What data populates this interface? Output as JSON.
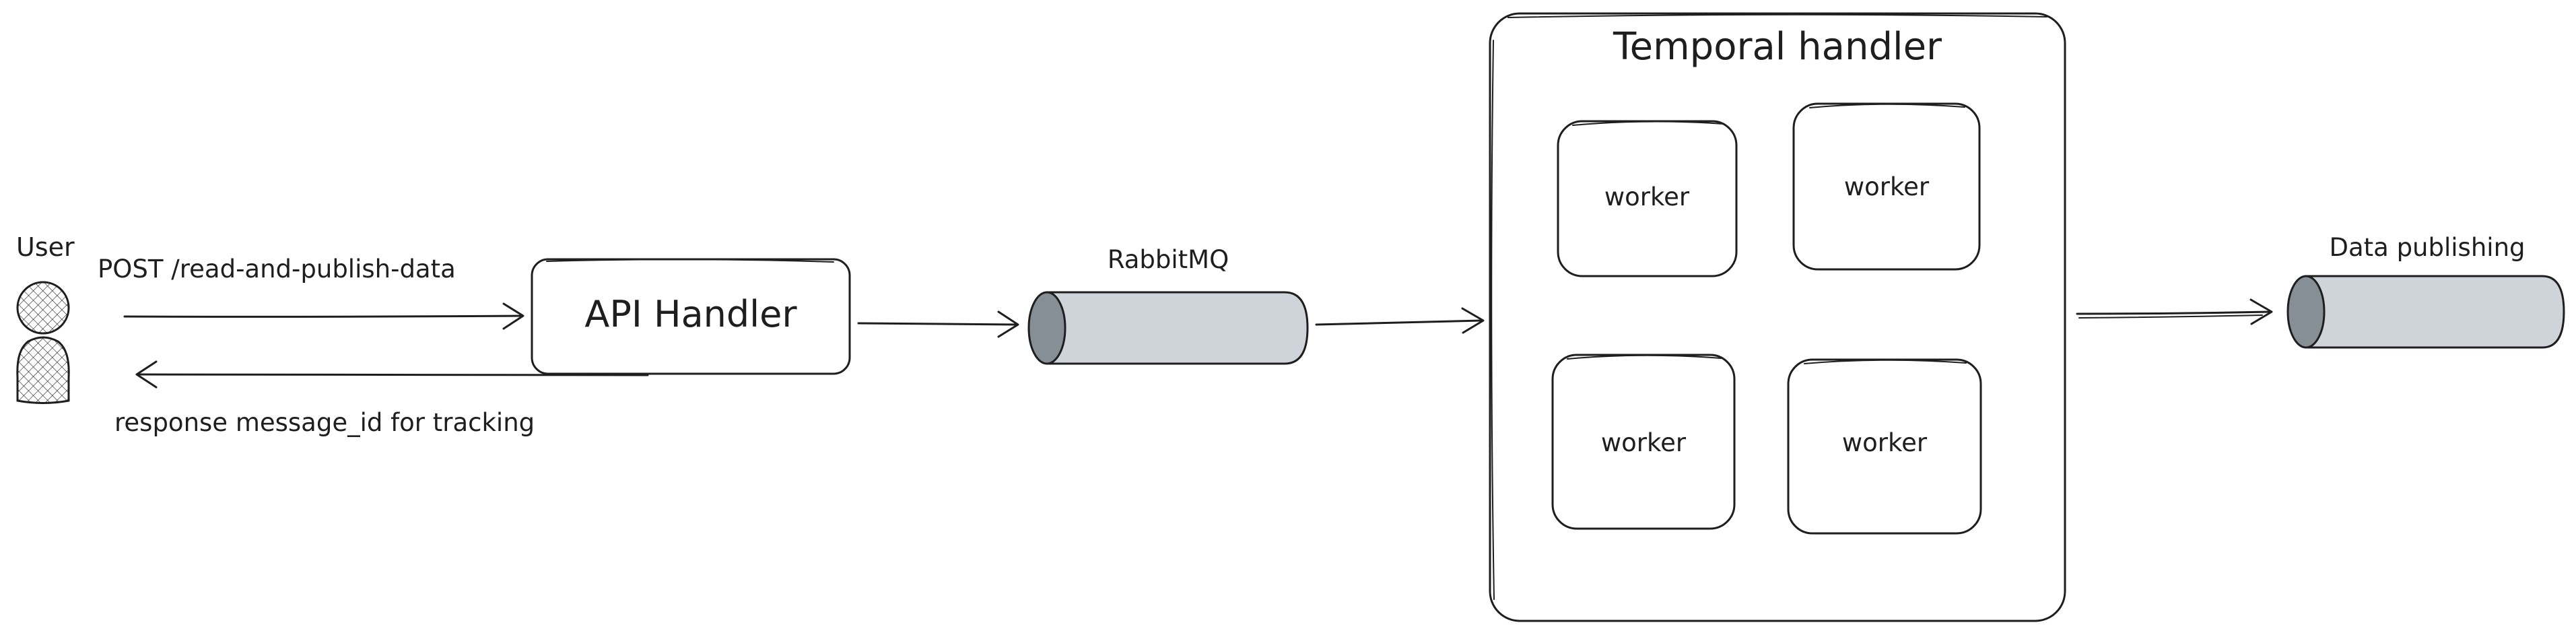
{
  "nodes": {
    "user": {
      "label": "User"
    },
    "api_handler": {
      "label": "API Handler"
    },
    "rabbitmq": {
      "label": "RabbitMQ"
    },
    "temporal_handler": {
      "label": "Temporal handler"
    },
    "workers": [
      {
        "label": "worker"
      },
      {
        "label": "worker"
      },
      {
        "label": "worker"
      },
      {
        "label": "worker"
      }
    ],
    "data_publishing": {
      "label": "Data publishing"
    }
  },
  "edges": {
    "request": {
      "label": "POST /read-and-publish-data"
    },
    "response": {
      "label": "response message_id for tracking"
    }
  },
  "colors": {
    "stroke": "#1e1e1e",
    "queue_fill": "#ced4da",
    "queue_cap": "#868e96",
    "background": "#ffffff"
  }
}
